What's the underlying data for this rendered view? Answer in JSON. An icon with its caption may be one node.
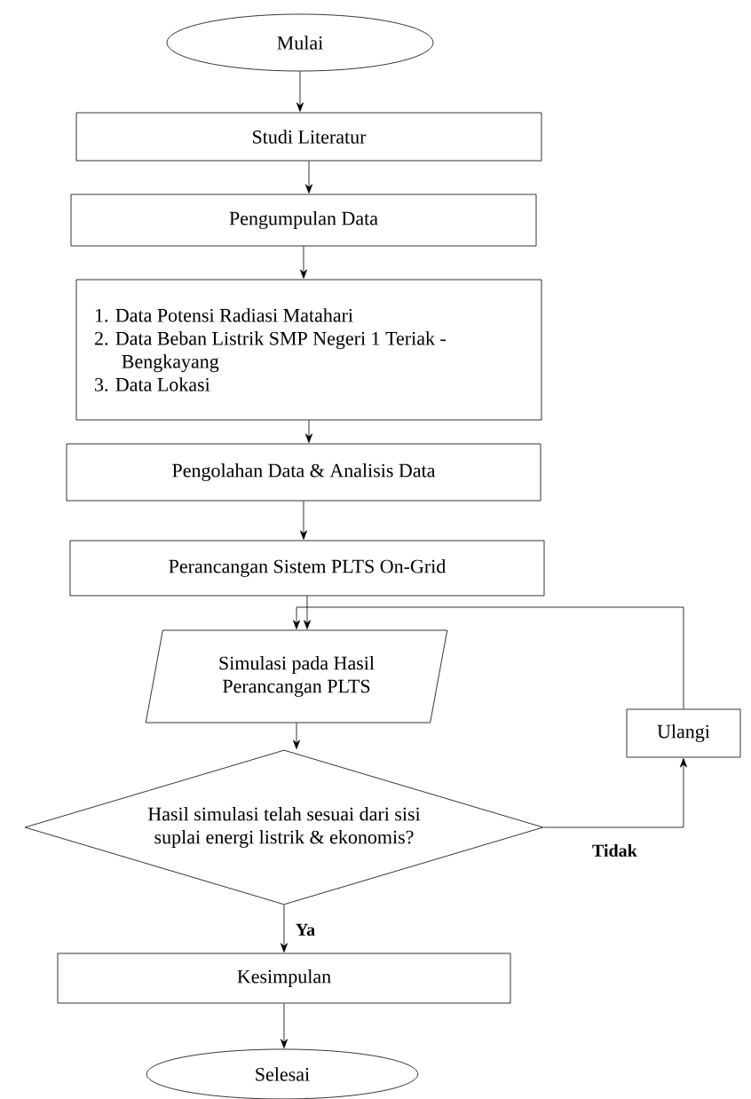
{
  "diagram": {
    "nodes": [
      {
        "text": [
          "Mulai"
        ]
      },
      {
        "text": [
          "Studi Literatur"
        ]
      },
      {
        "text": [
          "Pengumpulan Data"
        ]
      },
      {
        "text": [
          "1. Data Potensi Radiasi Matahari",
          "2. Data Beban Listrik SMP Negeri 1 Teriak - Bengkayang",
          "3. Data Lokasi"
        ]
      },
      {
        "text": [
          "Pengolahan Data & Analisis Data"
        ]
      },
      {
        "text": [
          "Perancangan Sistem PLTS On-Grid"
        ]
      },
      {
        "text": [
          "Simulasi pada Hasil Perancangan PLTS"
        ]
      },
      {
        "text": [
          "Hasil simulasi telah sesuai dari sisi suplai energi listrik & ekonomis?"
        ]
      },
      {
        "text": [
          "Ulangi"
        ]
      },
      {
        "text": [
          "Kesimpulan"
        ]
      },
      {
        "text": [
          "Selesai"
        ]
      }
    ],
    "edges": [
      {
        "from": 0,
        "to": 1,
        "arrow": "to"
      },
      {
        "from": 1,
        "to": 2,
        "arrow": "to"
      },
      {
        "from": 2,
        "to": 3,
        "arrow": "to"
      },
      {
        "from": 3,
        "to": 4,
        "arrow": "to"
      },
      {
        "from": 4,
        "to": 5,
        "arrow": "to"
      },
      {
        "from": 5,
        "to": 6,
        "arrow": "to"
      },
      {
        "from": 6,
        "to": 7,
        "arrow": "to"
      },
      {
        "from": 7,
        "to": 8,
        "arrow": "to",
        "label": "Tidak"
      },
      {
        "from": 8,
        "to": 6,
        "arrow": "to"
      },
      {
        "from": 7,
        "to": 9,
        "arrow": "to",
        "label": "Ya"
      },
      {
        "from": 9,
        "to": 10,
        "arrow": "to"
      }
    ]
  }
}
